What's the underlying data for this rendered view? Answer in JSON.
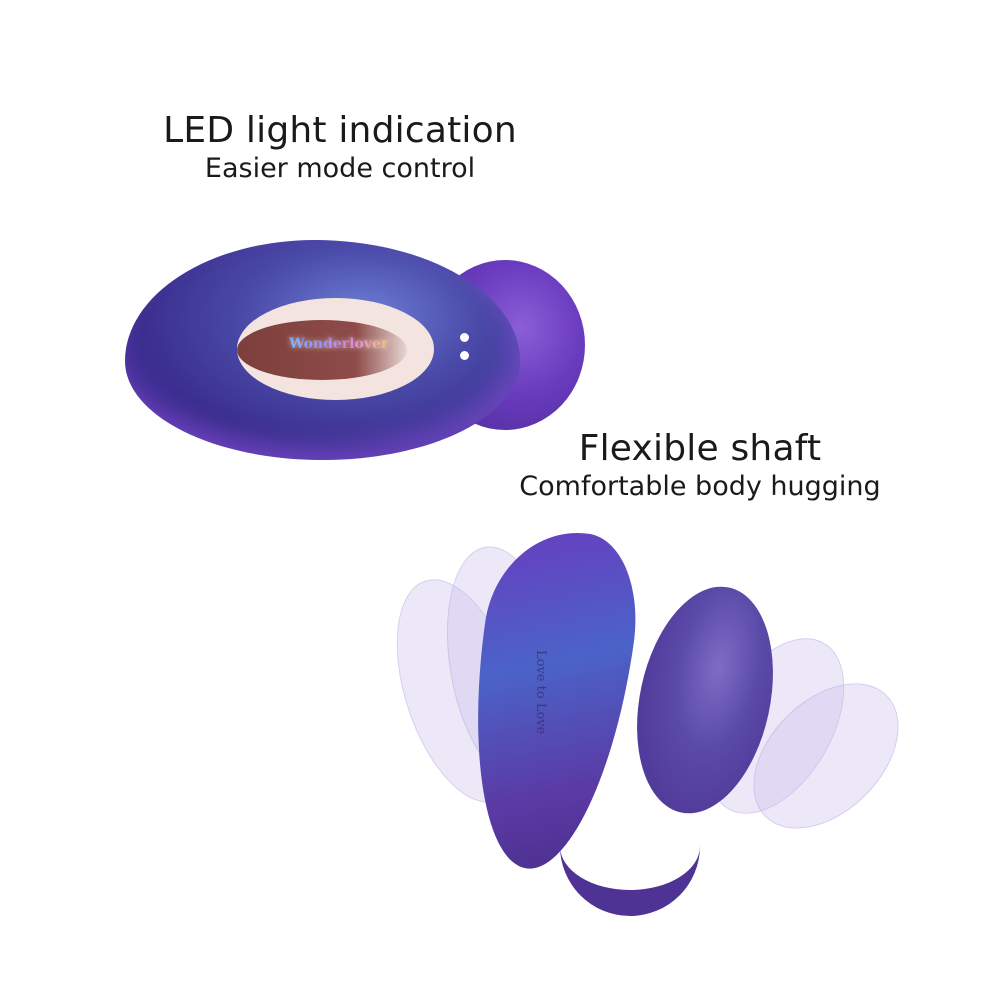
{
  "features": [
    {
      "title": "LED light indication",
      "subtitle": "Easier mode control"
    },
    {
      "title": "Flexible shaft",
      "subtitle": "Comfortable body hugging"
    }
  ],
  "product": {
    "brand_label": "Wonderlover",
    "engraving": "Love to Love",
    "colors": {
      "body_primary": "#4a4aa8",
      "body_accent": "#6a3bbf",
      "highlight": "#6d7fd6",
      "window": "#f4e4df",
      "window_inner": "#8e4b49",
      "background": "#ffffff",
      "text": "#1a1a1a"
    }
  }
}
